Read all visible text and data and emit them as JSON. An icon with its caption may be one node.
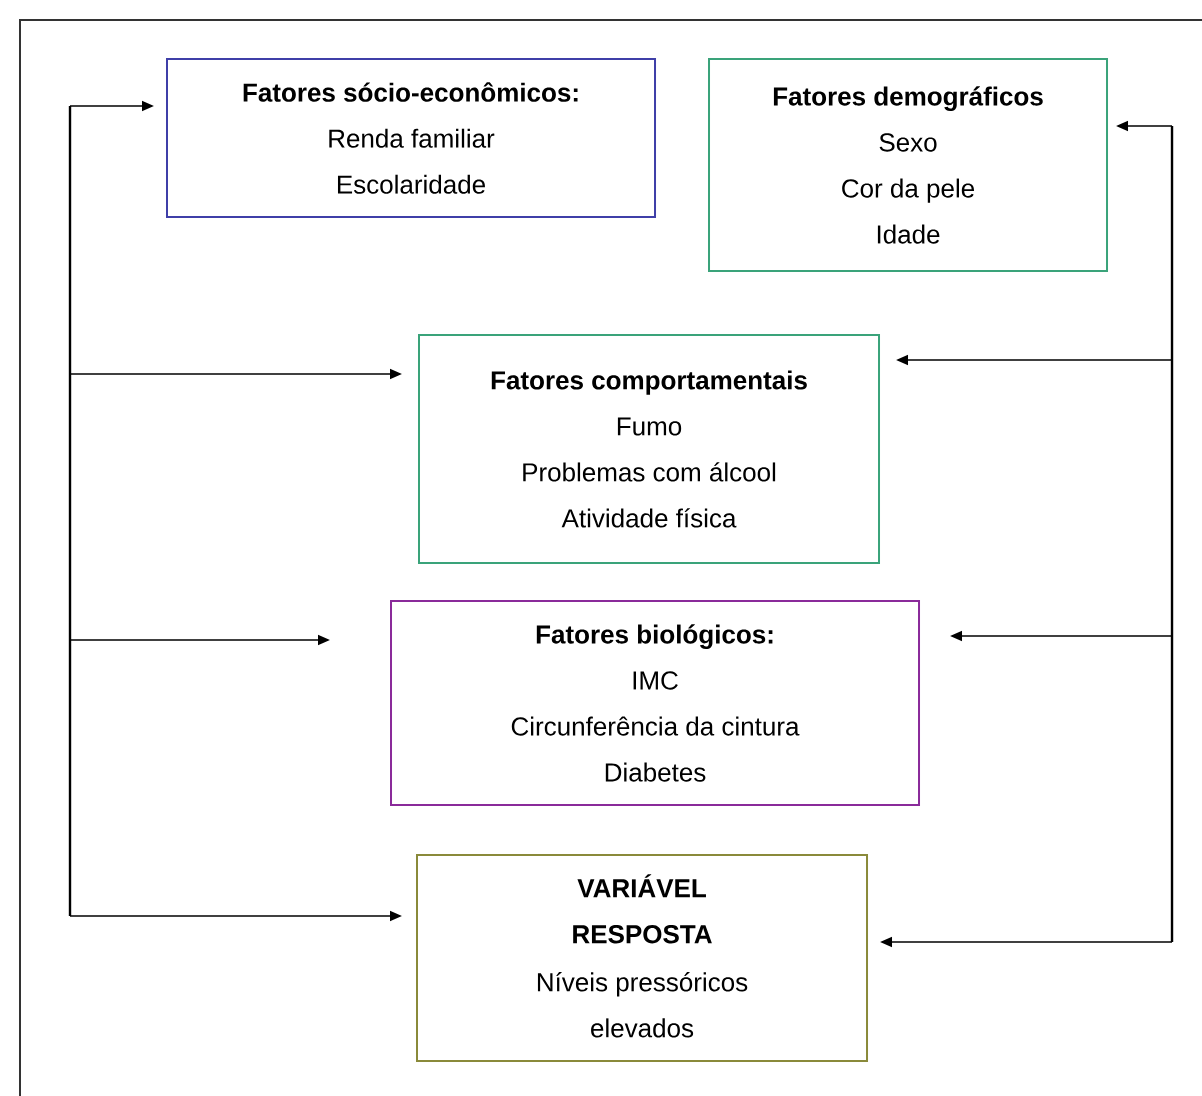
{
  "diagram": {
    "nodes": [
      {
        "text": [
          "**Fatores sócio-econômicos:**",
          "Renda familiar",
          "Escolaridade"
        ]
      },
      {
        "text": [
          "**Fatores demográficos**",
          "Sexo",
          "Cor da pele",
          "Idade"
        ]
      },
      {
        "text": [
          "**Fatores comportamentais**",
          "Fumo",
          "Problemas com álcool",
          "Atividade física"
        ]
      },
      {
        "text": [
          "**Fatores biológicos:**",
          "IMC",
          "Circunferência da cintura",
          "Diabetes"
        ]
      },
      {
        "text": [
          "**VARIÁVEL RESPOSTA**",
          "Níveis pressóricos elevados"
        ]
      }
    ],
    "edges": [
      {
        "from": null,
        "to": 0,
        "arrow": "to"
      },
      {
        "from": null,
        "to": 2,
        "arrow": "to"
      },
      {
        "from": null,
        "to": 3,
        "arrow": "to"
      },
      {
        "from": null,
        "to": 4,
        "arrow": "to"
      },
      {
        "from": null,
        "to": 1,
        "arrow": "to"
      },
      {
        "from": null,
        "to": 2,
        "arrow": "to"
      },
      {
        "from": null,
        "to": 3,
        "arrow": "to"
      },
      {
        "from": null,
        "to": 4,
        "arrow": "to"
      }
    ]
  }
}
